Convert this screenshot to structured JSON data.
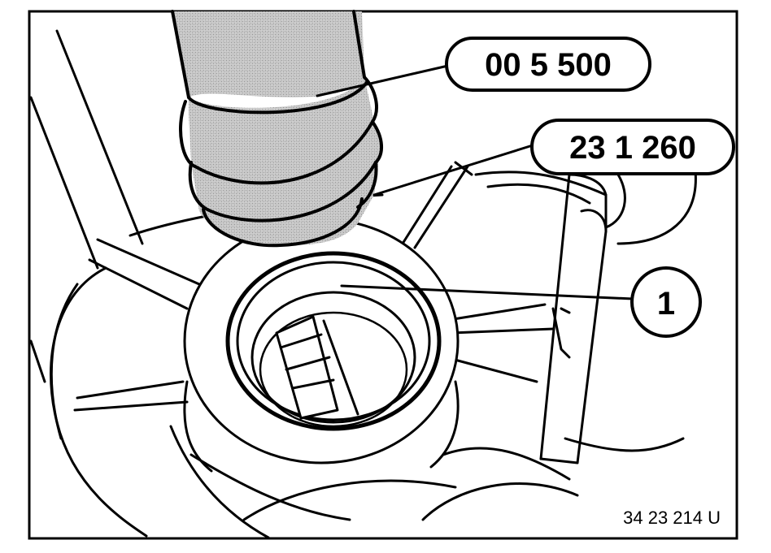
{
  "callouts": {
    "tool_a": "00 5 500",
    "tool_b": "23 1 260",
    "part_1": "1"
  },
  "figure_ref": "34 23 214 U",
  "colors": {
    "ink": "#000000",
    "paper": "#ffffff",
    "tool_shade": "#b9b9b9"
  }
}
